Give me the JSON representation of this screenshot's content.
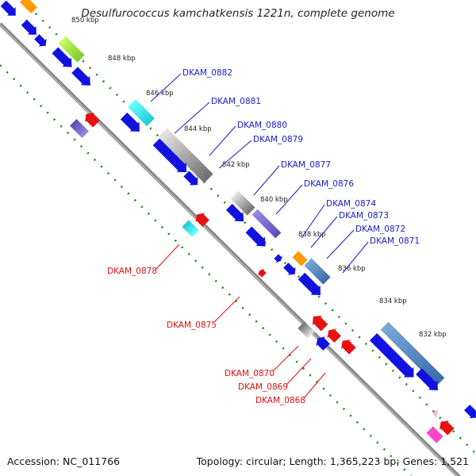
{
  "title": "Desulfurococcus kamchatkensis 1221n, complete genome",
  "footer": {
    "accession": "Accession: NC_011766",
    "topology": "Topology: circular; Length: 1,365,223 bp; Genes: 1,521"
  },
  "ticks": [
    "850 kbp",
    "848 kbp",
    "846 kbp",
    "844 kbp",
    "842 kbp",
    "840 kbp",
    "838 kbp",
    "836 kbp",
    "834 kbp",
    "832 kbp"
  ],
  "forward_gene_labels": [
    "DKAM_0882",
    "DKAM_0881",
    "DKAM_0880",
    "DKAM_0879",
    "DKAM_0877",
    "DKAM_0876",
    "DKAM_0874",
    "DKAM_0873",
    "DKAM_0872",
    "DKAM_0871"
  ],
  "reverse_gene_labels": [
    "DKAM_0878",
    "DKAM_0875",
    "DKAM_0870",
    "DKAM_0869",
    "DKAM_0868"
  ],
  "colors": {
    "forward_label": "#1a1acc",
    "reverse_label": "#e01010",
    "backbone": "#8a8a8a",
    "cds_blue": "#1212e0",
    "cds_red": "#e81010",
    "dots": "#1a8a1a"
  }
}
